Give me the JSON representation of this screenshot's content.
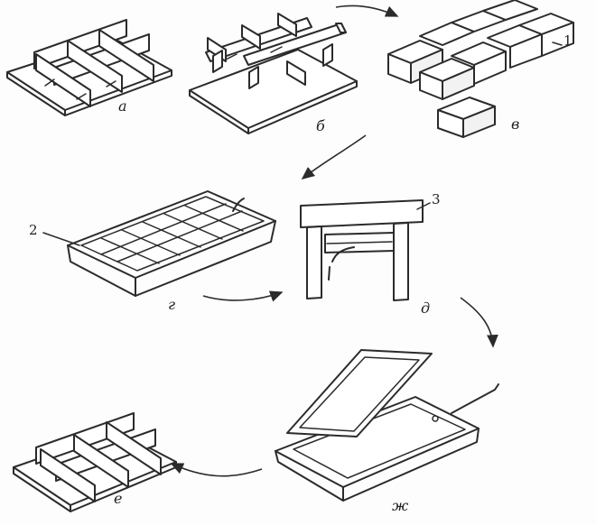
{
  "stages": [
    {
      "id": "a",
      "label": "а"
    },
    {
      "id": "b",
      "label": "б"
    },
    {
      "id": "v",
      "label": "в"
    },
    {
      "id": "g",
      "label": "г"
    },
    {
      "id": "d",
      "label": "д"
    },
    {
      "id": "zh",
      "label": "ж"
    },
    {
      "id": "e",
      "label": "е"
    }
  ],
  "callouts": [
    {
      "id": "c1",
      "label": "1"
    },
    {
      "id": "c2",
      "label": "2"
    },
    {
      "id": "c3",
      "label": "3"
    }
  ],
  "colors": {
    "ink": "#2b2b2b",
    "paper": "#ffffff"
  }
}
